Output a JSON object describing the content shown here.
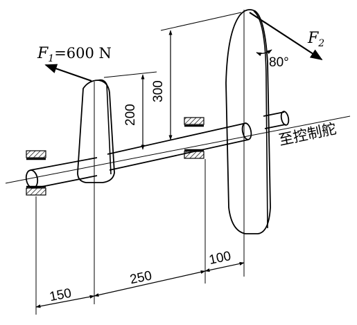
{
  "forces": {
    "f1_symbol": "F",
    "f1_subscript": "1",
    "f1_value": "=600 N",
    "f2_symbol": "F",
    "f2_subscript": "2"
  },
  "angle_label": "80°",
  "dimensions": {
    "lever_small": "200",
    "lever_large": "300",
    "seg_left": "150",
    "seg_middle": "250",
    "seg_right": "100"
  },
  "output_label": "至控制舵"
}
